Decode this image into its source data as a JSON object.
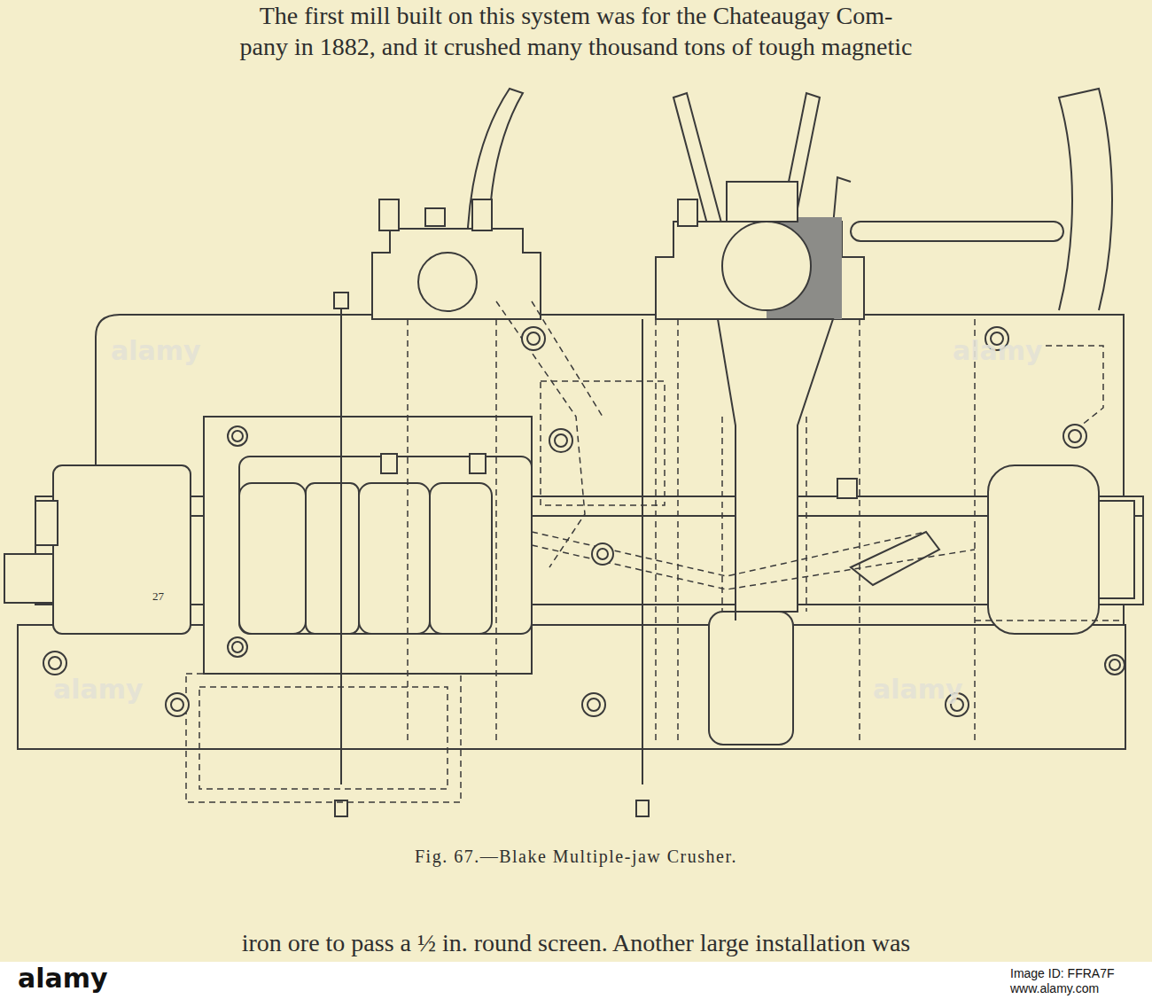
{
  "diagram": {
    "caption": "Fig. 67.—Blake Multiple-jaw Crusher.",
    "labels": [
      "The first mill built on this system was for the Chateaugay Com-",
      "pany in 1882, and it crushed many thousand tons of tough magnetic",
      "iron ore to pass a ½ in. round screen. Another large installation was",
      "27",
      "alamy",
      "alamy",
      "alamy",
      "alamy",
      "alamy",
      "Image ID: FFRA7F",
      "www.alamy.com"
    ]
  }
}
